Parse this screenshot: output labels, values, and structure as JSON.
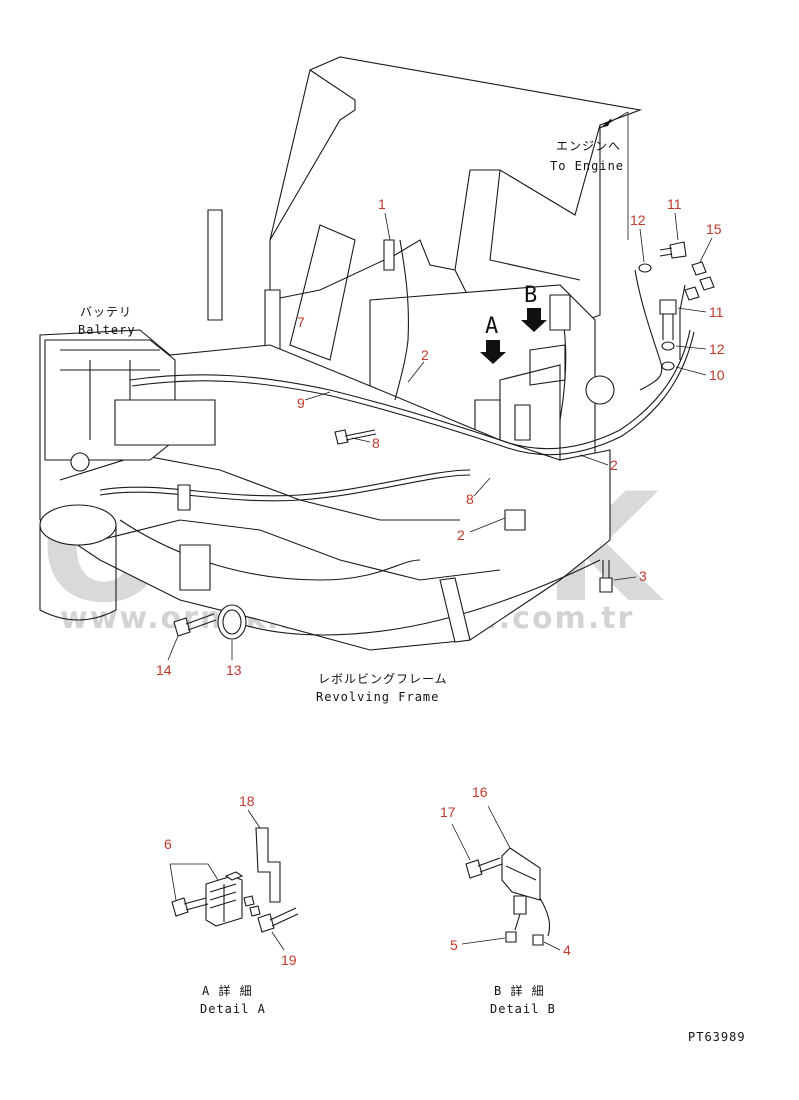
{
  "watermark": {
    "brand": "ORNEK",
    "url": "www.ornekismakinalari.com.tr"
  },
  "labels": {
    "engine_jp": "エンジンへ",
    "engine_en": "To Engine",
    "battery_jp": "バッテリ",
    "battery_en": "Baltery",
    "frame_jp": "レボルビングフレーム",
    "frame_en": "Revolving Frame",
    "detail_a_jp": "A 詳 細",
    "detail_a_en": "Detail A",
    "detail_b_jp": "B 詳 細",
    "detail_b_en": "Detail B",
    "view_a": "A",
    "view_b": "B",
    "drawing_no": "PT63989"
  },
  "callouts": {
    "c1": "1",
    "c2a": "2",
    "c2b": "2",
    "c2c": "2",
    "c3": "3",
    "c4": "4",
    "c5": "5",
    "c6": "6",
    "c7": "7",
    "c8a": "8",
    "c8b": "8",
    "c9": "9",
    "c10": "10",
    "c11a": "11",
    "c11b": "11",
    "c12a": "12",
    "c12b": "12",
    "c13": "13",
    "c14": "14",
    "c15": "15",
    "c16": "16",
    "c17": "17",
    "c18": "18",
    "c19": "19"
  },
  "colors": {
    "callout": "#c0392b",
    "line": "#1a1a1a",
    "watermark": "#d9d9d9"
  }
}
